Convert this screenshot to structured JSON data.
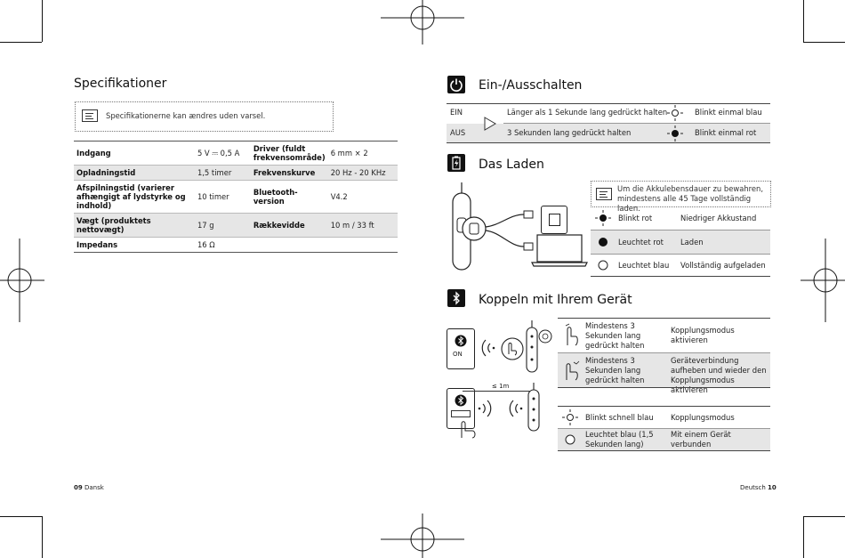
{
  "left": {
    "title": "Specifikationer",
    "note": "Specifikationerne kan ændres uden varsel.",
    "specs_left": [
      {
        "label": "Indgang",
        "value": "5 V ⎓ 0,5 A"
      },
      {
        "label": "Opladningstid",
        "value": "1,5 timer"
      },
      {
        "label": "Afspilningstid (varierer afhængigt af lydstyrke og indhold)",
        "value": "10 timer"
      },
      {
        "label": "Vægt (produktets nettovægt)",
        "value": "17 g"
      },
      {
        "label": "Impedans",
        "value": "16 Ω"
      }
    ],
    "specs_right": [
      {
        "label": "Driver (fuldt frekvensområde)",
        "value": "6 mm × 2"
      },
      {
        "label": "Frekvenskurve",
        "value": "20 Hz - 20 KHz"
      },
      {
        "label": "Bluetooth-version",
        "value": "V4.2"
      },
      {
        "label": "Rækkevidde",
        "value": "10 m / 33 ft"
      }
    ],
    "footer_page": "09",
    "footer_lang": "Dansk"
  },
  "right": {
    "power": {
      "title": "Ein-/Ausschalten",
      "rows": [
        {
          "state": "EIN",
          "action": "Länger als 1 Sekunde lang gedrückt halten",
          "light": "Blinkt einmal blau"
        },
        {
          "state": "AUS",
          "action": "3 Sekunden lang gedrückt halten",
          "light": "Blinkt einmal rot"
        }
      ]
    },
    "charge": {
      "title": "Das Laden",
      "note": "Um die Akkulebensdauer zu bewahren, mindestens alle 45 Tage vollständig laden.",
      "rows": [
        {
          "light": "Blinkt rot",
          "meaning": "Niedriger Akkustand"
        },
        {
          "light": "Leuchtet rot",
          "meaning": "Laden"
        },
        {
          "light": "Leuchtet blau",
          "meaning": "Vollständig aufgeladen"
        }
      ]
    },
    "pair": {
      "title": "Koppeln mit Ihrem Gerät",
      "phone_on": "ON",
      "distance": "≤ 1m",
      "actions": [
        {
          "action": "Mindestens 3 Sekunden lang gedrückt halten",
          "result": "Kopplungsmodus aktivieren"
        },
        {
          "action": "Mindestens 3 Sekunden lang gedrückt halten",
          "result": "Geräteverbindung aufheben und wieder den Kopplungsmodus aktivieren"
        }
      ],
      "lights": [
        {
          "light": "Blinkt schnell blau",
          "meaning": "Kopplungsmodus"
        },
        {
          "light": "Leuchtet blau (1,5 Sekunden lang)",
          "meaning": "Mit einem Gerät verbunden"
        }
      ]
    },
    "footer_lang": "Deutsch",
    "footer_page": "10"
  },
  "icons": [
    "power-icon",
    "battery-icon",
    "bluetooth-icon",
    "note-icon",
    "play-arrow-icon",
    "blink-icon",
    "solid-dot-icon",
    "hollow-dot-icon",
    "earphone-illustration",
    "laptop-icon",
    "phone-icon",
    "hand-press-icon",
    "wave-icon"
  ]
}
